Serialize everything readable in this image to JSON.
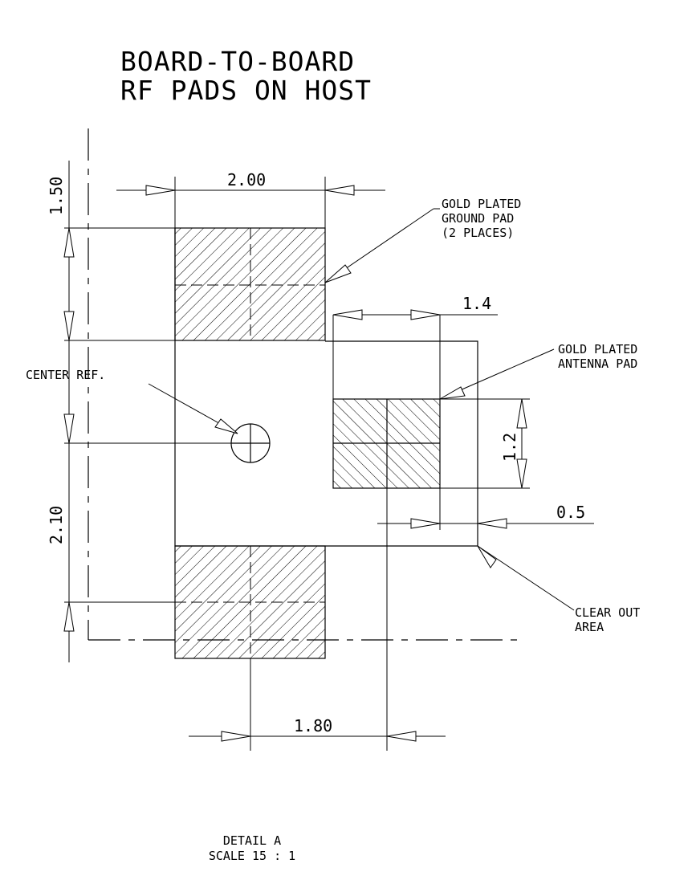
{
  "title": {
    "line1": "BOARD-TO-BOARD",
    "line2": "RF PADS ON HOST"
  },
  "dimensions": {
    "top_width": "2.00",
    "left_upper": "1.50",
    "antenna_offset": "1.4",
    "antenna_height": "1.2",
    "clearance": "0.5",
    "left_lower": "2.10",
    "bottom_offset": "1.80"
  },
  "notes": {
    "ground_pad": {
      "line1": "GOLD PLATED",
      "line2": "GROUND PAD",
      "line3": "(2 PLACES)"
    },
    "antenna_pad": {
      "line1": "GOLD PLATED",
      "line2": "ANTENNA PAD"
    },
    "center_ref": "CENTER REF.",
    "clear_out": {
      "line1": "CLEAR OUT",
      "line2": "AREA"
    }
  },
  "detail": {
    "line1": "DETAIL A",
    "line2": "SCALE 15 : 1"
  }
}
